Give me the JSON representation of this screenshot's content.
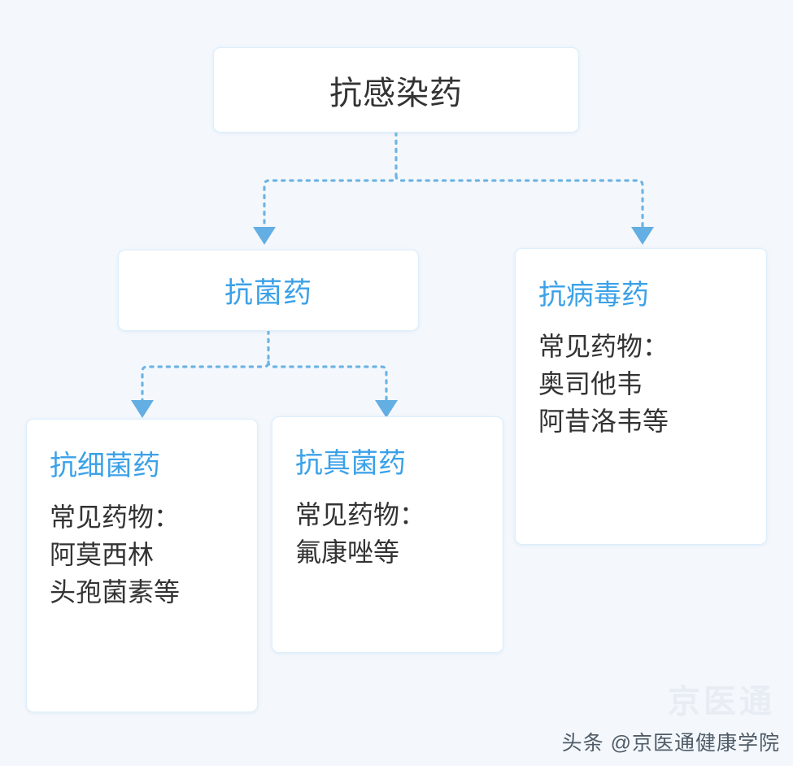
{
  "canvas": {
    "background_color": "#f4f8fd",
    "accent_blue": "#3ba1e8",
    "text_dark": "#333333",
    "card_border": "#dceefb",
    "connector_color": "#6fb4e4"
  },
  "root": {
    "title": "抗感染药"
  },
  "branch": {
    "title": "抗菌药"
  },
  "cards": {
    "antiviral": {
      "title": "抗病毒药",
      "lines": [
        "常见药物：",
        "奥司他韦",
        "阿昔洛韦等"
      ]
    },
    "antibacterial": {
      "title": "抗细菌药",
      "lines": [
        "常见药物：",
        "阿莫西林",
        "头孢菌素等"
      ]
    },
    "antifungal": {
      "title": "抗真菌药",
      "lines": [
        "常见药物：",
        "氟康唑等"
      ]
    }
  },
  "footer": {
    "watermark": "京医通",
    "byline": "头条 @京医通健康学院"
  }
}
